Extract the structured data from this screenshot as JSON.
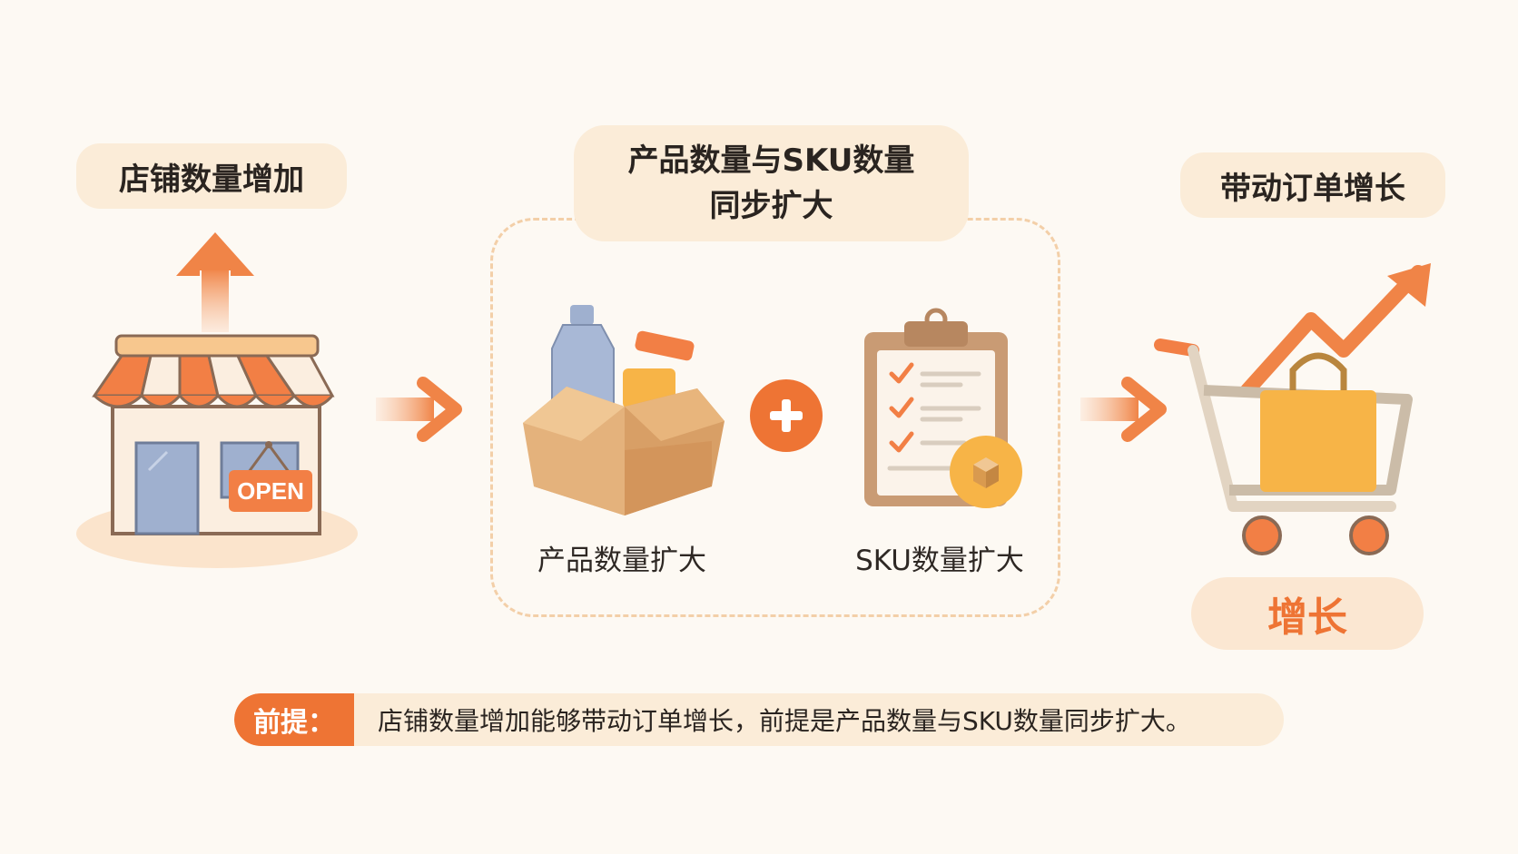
{
  "stages": {
    "stores_label": "店铺数量增加",
    "products_label_line1": "产品数量与SKU数量",
    "products_label_line2": "同步扩大",
    "orders_label": "带动订单增长"
  },
  "store": {
    "sign_text": "OPEN"
  },
  "sub_items": {
    "product_caption": "产品数量扩大",
    "sku_caption": "SKU数量扩大"
  },
  "growth_badge": "增长",
  "premise": {
    "tag": "前提：",
    "text": "店铺数量增加能够带动订单增长，前提是产品数量与SKU数量同步扩大。"
  },
  "colors": {
    "accent": "#ee7434",
    "pill_bg": "#fbecd8",
    "background": "#fdf9f3",
    "box": "#e4b27c",
    "door": "#9fb0cf"
  },
  "icons": [
    "up-arrow-icon",
    "store-icon",
    "right-arrow-icon",
    "box-icon",
    "plus-icon",
    "clipboard-icon",
    "cart-icon",
    "trend-arrow-icon"
  ]
}
